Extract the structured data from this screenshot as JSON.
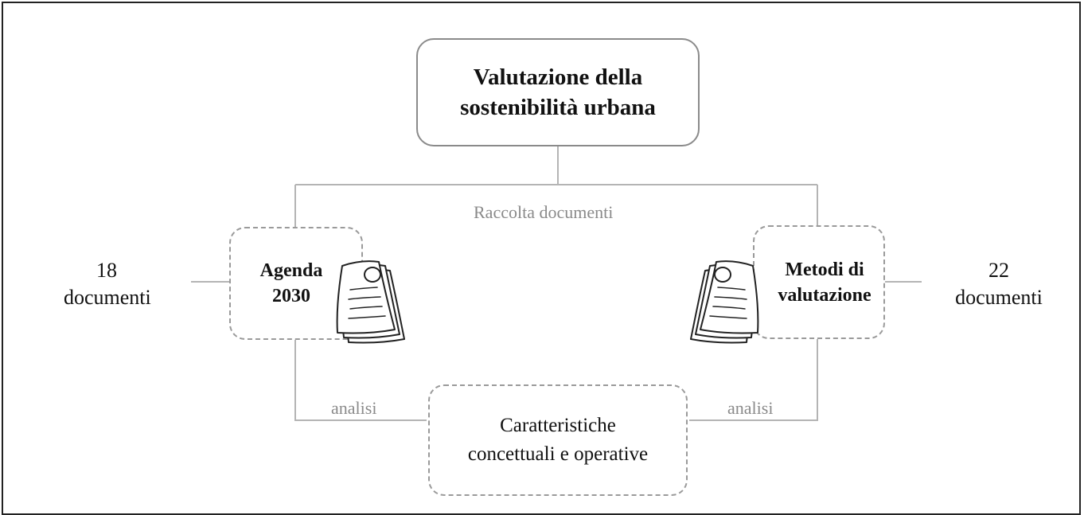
{
  "diagram": {
    "root": {
      "line1": "Valutazione della",
      "line2": "sostenibilità urbana"
    },
    "collection_label": "Raccolta documenti",
    "left_node": {
      "line1": "Agenda",
      "line2": "2030",
      "count_line1": "18",
      "count_line2": "documenti"
    },
    "right_node": {
      "line1": "Metodi di",
      "line2": "valutazione",
      "count_line1": "22",
      "count_line2": "documenti"
    },
    "result_node": {
      "line1": "Caratteristiche",
      "line2": "concettuali e operative"
    },
    "left_analysis_label": "analisi",
    "right_analysis_label": "analisi"
  },
  "icons": [
    "documents-stack-icon",
    "documents-stack-icon"
  ],
  "colors": {
    "border": "#222222",
    "connector": "#b4b4b4",
    "dashed_border": "#9a9a9a",
    "muted_text": "#8a8a8a"
  }
}
